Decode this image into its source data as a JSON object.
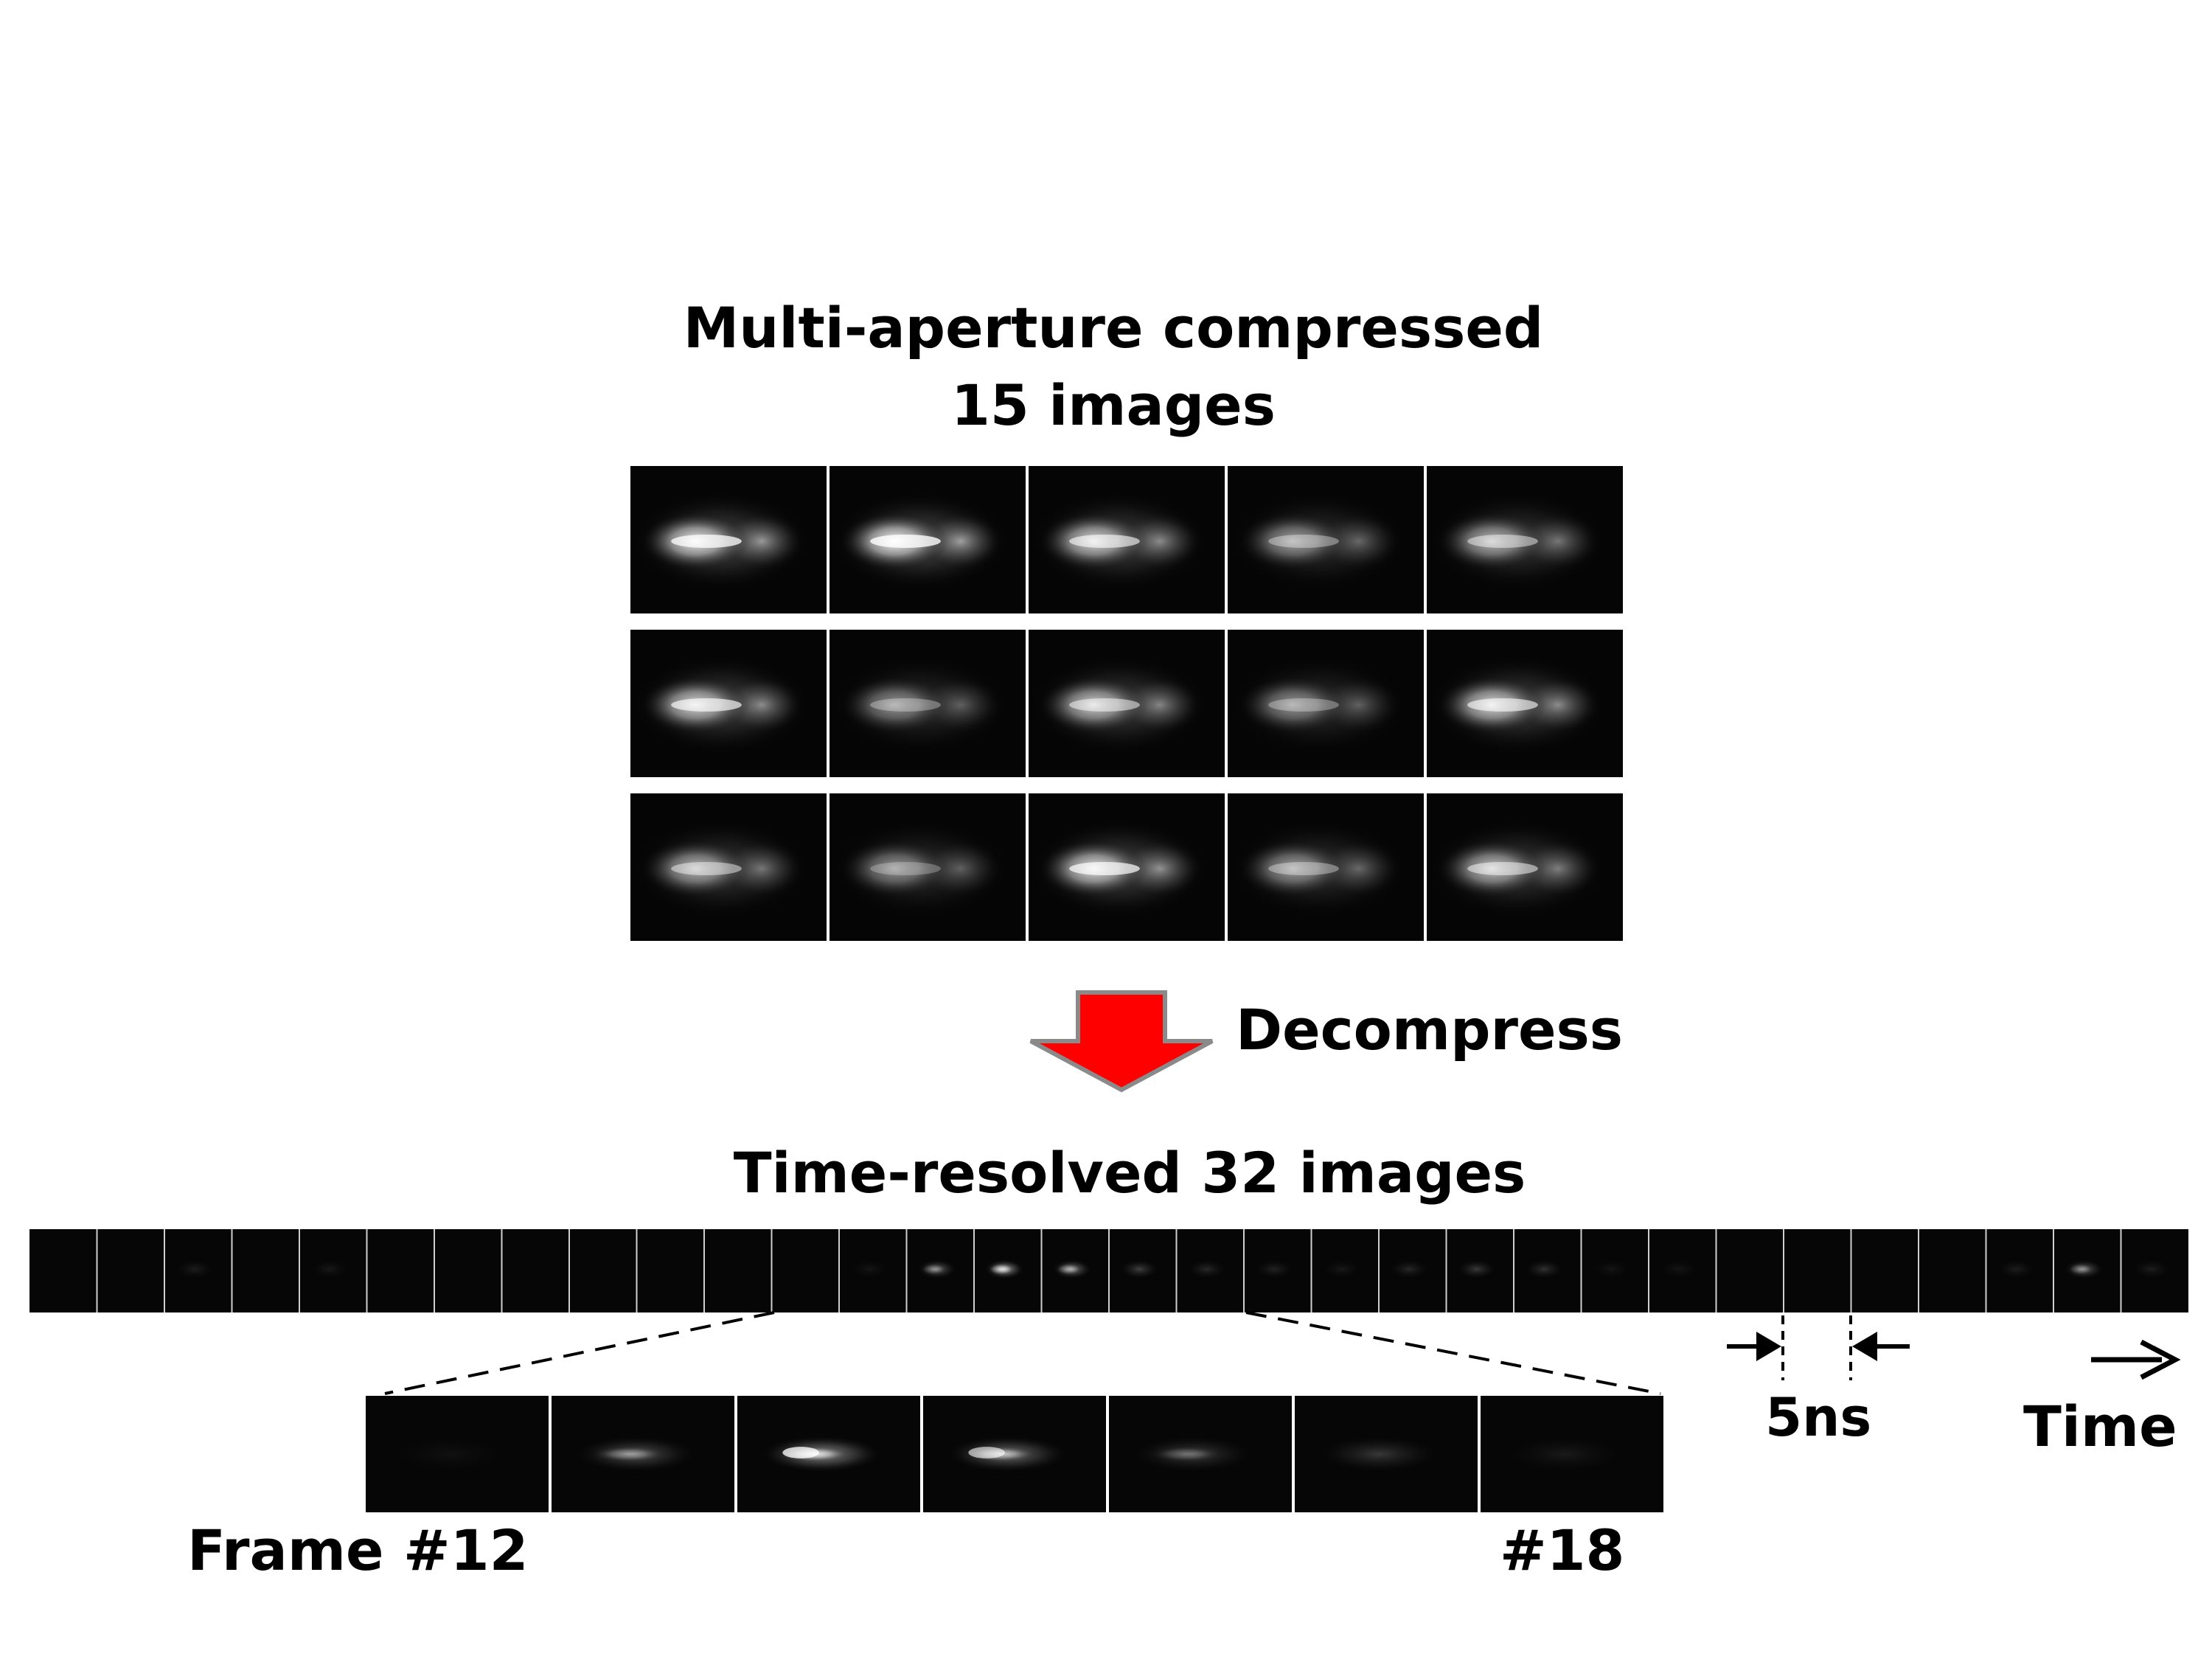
{
  "title": {
    "line1": "Multi-aperture compressed",
    "line2": "15 images"
  },
  "compressed_grid": {
    "rows": 3,
    "cols": 5,
    "cells": [
      {
        "brightness": 0.95,
        "core": 0.75
      },
      {
        "brightness": 1.0,
        "core": 0.8
      },
      {
        "brightness": 0.85,
        "core": 0.6
      },
      {
        "brightness": 0.6,
        "core": 0.35
      },
      {
        "brightness": 0.7,
        "core": 0.45
      },
      {
        "brightness": 0.85,
        "core": 0.65
      },
      {
        "brightness": 0.55,
        "core": 0.3
      },
      {
        "brightness": 0.8,
        "core": 0.5
      },
      {
        "brightness": 0.55,
        "core": 0.3
      },
      {
        "brightness": 0.85,
        "core": 0.6
      },
      {
        "brightness": 0.7,
        "core": 0.45
      },
      {
        "brightness": 0.55,
        "core": 0.25
      },
      {
        "brightness": 0.9,
        "core": 0.7
      },
      {
        "brightness": 0.6,
        "core": 0.35
      },
      {
        "brightness": 0.75,
        "core": 0.5
      }
    ]
  },
  "arrow_label": "Decompress",
  "arrow_color": "#ff0000",
  "timeline": {
    "title": "Time-resolved 32 images",
    "frame_count": 32,
    "frame_intensity": [
      0.02,
      0.02,
      0.08,
      0.03,
      0.06,
      0.03,
      0.02,
      0.04,
      0.03,
      0.03,
      0.03,
      0.04,
      0.05,
      0.35,
      0.7,
      0.45,
      0.2,
      0.12,
      0.1,
      0.06,
      0.12,
      0.18,
      0.15,
      0.05,
      0.05,
      0.04,
      0.03,
      0.03,
      0.03,
      0.08,
      0.35,
      0.08
    ]
  },
  "zoom": {
    "first_frame": 12,
    "last_frame": 18,
    "frame_intensity": [
      0.05,
      0.45,
      0.85,
      0.65,
      0.3,
      0.25,
      0.1
    ],
    "label_start": "Frame #12",
    "label_end": "#18"
  },
  "interval_label": "5ns",
  "time_label": "Time"
}
